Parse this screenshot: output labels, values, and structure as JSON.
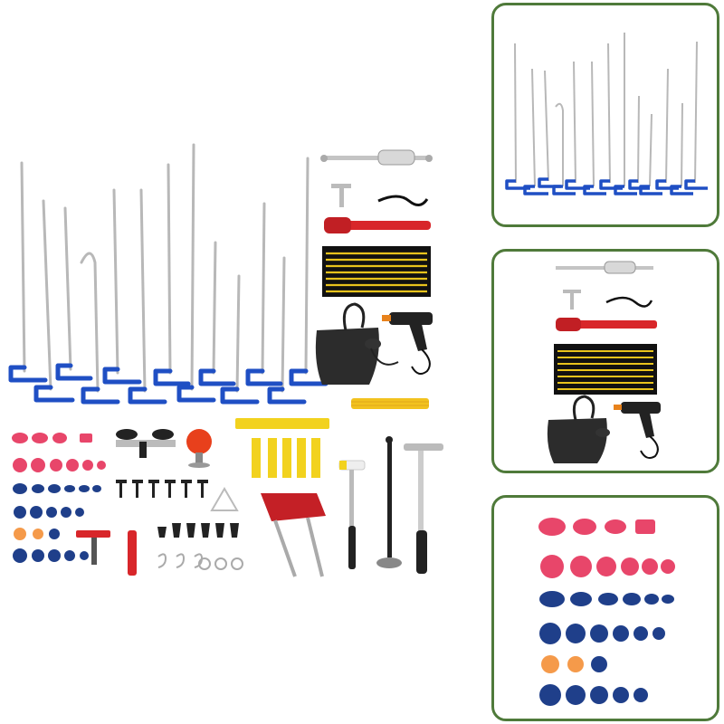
{
  "image": {
    "description_free": true,
    "colors": {
      "frame": "#4f7a3a",
      "rod_metal": "#b8b8b8",
      "rod_handle": "#1f4fc4",
      "tab_pink": "#e8466a",
      "tab_blue": "#1f3f8a",
      "tab_orange": "#f59a4a",
      "red_tool": "#d8262a",
      "yellow": "#f2d21e",
      "black": "#222222"
    },
    "panels": [
      "rods-closeup",
      "accessories-closeup",
      "glue-tabs-closeup"
    ]
  }
}
